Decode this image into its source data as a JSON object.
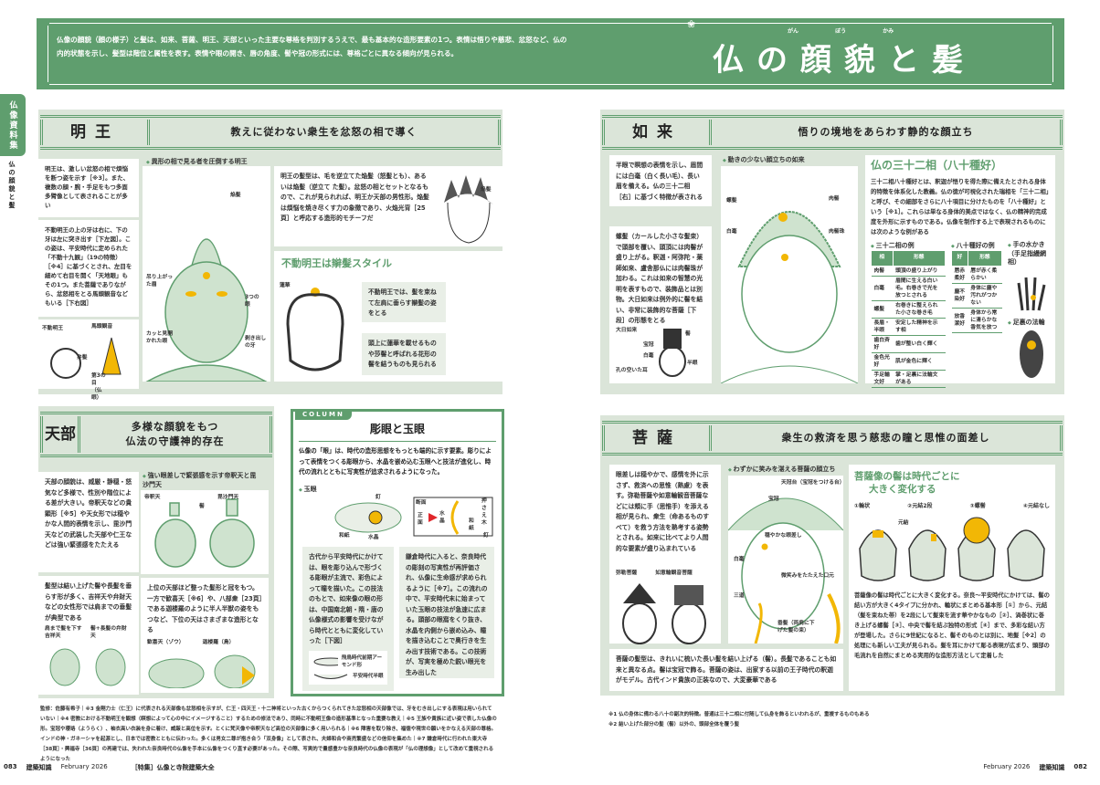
{
  "header": {
    "lead": "仏像の顔貌（顔の様子）と髪は、如来、菩薩、明王、天部といった主要な尊格を判別するうえで、最も基本的な造形要素の1つ。表情は悟りや慈悲、忿怒など、仏の内的状態を示し、髪型は階位と属性を表す。表情や眼の開き、唇の角度、髻や冠の形式には、尊格ごとに異なる傾向が見られる。",
    "title": "仏の顔貌と髪",
    "title_ruby": "がん ぼう かみ",
    "lotus_icon": "lotus-icon"
  },
  "side": {
    "tab": "仏像資料集",
    "sub": "仏の顔貌と髪"
  },
  "myoo": {
    "name": "明王",
    "sub": "教えに従わない衆生を忿怒の相で導く",
    "caption": "異形の相で見る者を圧倒する明王",
    "text1": "明王は、激しい忿怒の相で煩悩を断つ姿を示す［※3］。また、複数の顔・腕・手足をもつ多面多臂像として表されることが多い",
    "text2": "不動明王の上の牙は右に、下の牙は左に突き出す［下左図］。この姿は、平安時代に定められた「不動十九観」（19の特徴）［※4］に基づくとされ、左目を細めて右目を開く「天地眼」もその1つ。また菩薩でありながら、忿怒相をとる馬頭観音などもいる［下右図］",
    "text3": "明王の髪型は、毛を逆立てた焔髪（怒髪とも）、あるいは焔髪（逆立て た髪）。忿怒の相とセットとなるもので、これが見られれば、明王か天部の男性形。焔髪は煩悩を焼き尽くす力の象徴であり、火焔光背［25頁］と呼応する造形的モチーフだ",
    "labels": [
      "焔髪",
      "吊り上がった眉",
      "3つの眼",
      "カッと見開かれた眼",
      "剥き出しの牙",
      "不動明王",
      "馬頭観音",
      "弁髪",
      "馬頭",
      "焔髪",
      "忿面",
      "第3の目（仏眼）",
      "焔髪"
    ],
    "sub_title": "不動明王は辮髪スタイル",
    "sub_text1": "不動明王では、髪を束ねて左肩に垂らす辮髪の姿をとる",
    "sub_text2": "頭上に蓮華を載せるものや莎髻と呼ばれる花形の髻を結うものも見られる",
    "sub_label": "蓮華"
  },
  "tenbu": {
    "name": "天部",
    "sub1": "多様な顔貌をもつ",
    "sub2": "仏法の守護神的存在",
    "text1": "天部の顔貌は、威厳・静穏・怒気など多様で、性別や階位による差が大きい。帝釈天などの貴顕形［※5］や天女形では穏やかな人間的表情を示し、毘沙門天などの武装した天部や仁王などは強い緊張感をたたえる",
    "caption": "強い眼差しで緊張感を示す帝釈天と毘沙門天",
    "labels": [
      "帝釈天",
      "毘沙門天",
      "髻"
    ],
    "text2": "髪型は結い上げた髻や長髪を垂らす形が多く、吉祥天や弁財天などの女性形では肩までの垂髪が典型である",
    "labels2": [
      "肩まで髪を下す吉祥天",
      "髻+長髪の弁財天"
    ],
    "text3": "上位の天部ほど整った髪形と冠をもつ。一方で歓喜天［※6］や、八部衆［23頁］である迦楼羅のように半人半獣の姿をもつなど、下位の天はさまざまな造形となる",
    "labels3": [
      "歓喜天（ゾウ）",
      "迦楼羅（鳥）"
    ]
  },
  "column": {
    "tag": "COLUMN",
    "title": "彫眼と玉眼",
    "lead": "仏像の「眼」は、時代の造形思想をもっとも端的に示す要素。彫りによって表情をつくる彫眼から、水晶を嵌め込む玉眼へと技法が進化し、時代の流れとともに写実性が追求されるようになった。",
    "caption": "玉眼",
    "labels": [
      "釘",
      "和紙",
      "水晶",
      "断面",
      "正面",
      "水晶",
      "押さえ木",
      "和紙",
      "釘"
    ],
    "text1": "古代から平安時代にかけては、眼を彫り込んで形づくる彫眼が主流で、彩色によって瞳を描いた。この技法のもとで、如来像の眼の形は、中国南北朝・隋・唐の仏像様式の影響を受けながら時代とともに変化していった［下図］",
    "eyes": [
      "飛鳥時代前期アーモンド形",
      "平安時代半眼"
    ],
    "text2": "鎌倉時代に入ると、奈良時代の彫刻の写実性が再評価され、仏像に生命感が求められるように［※7］。この流れの中で、平安時代末に始まっていた玉眼の技法が急速に広まる。頭部の眼窩をくり抜き、水晶を内側から嵌め込み、瞳を描き込むことで奥行きを生み出す技術である。この技術が、写実を極めた鋭い眼光を生み出した"
  },
  "nyorai": {
    "name": "如来",
    "sub": "悟りの境地をあらわす静的な顔立ち",
    "caption": "動きの少ない顔立ちの如来",
    "text1": "半眼で瞑想の表情を示し、眉間には白毫（白く長い毛）、長い眉を備える。仏の三十二相［右］に基づく特徴が表される",
    "text2": "螺髪（カールした小さな髪束）で頭部を覆い、頭頂には肉髻が盛り上がる。釈迦・阿弥陀・薬師如来、盧舎那仏には肉髻珠が加わる。これは如来の智慧の光明を表すもので、装飾品とは別物。大日如来は例外的に髻を結い、非常に装飾的な菩薩［下段］の形態をとる",
    "labels": [
      "螺髪",
      "肉髻",
      "白毫",
      "肉髻珠",
      "大日如来",
      "髻",
      "宝冠",
      "白毫",
      "半眼",
      "孔の空いた耳"
    ],
    "box_title": "仏の三十二相（八十種好）",
    "box_text": "三十二相八十種好とは、釈迦が悟りを得た際に備えたとされる身体的特徴を体系化した教義。仏の徳が可視化された瑞相を「三十二相」と呼び、その細部をさらに八十項目に分けたものを「八十種好」という［※1］。これらは単なる身体的美点ではなく、仏の精神的完成度を外形に示すものである。仏像を制作する上で表現されるものには次のような例がある",
    "t1_caption": "三十二相の例",
    "t1_head": [
      "相",
      "形態"
    ],
    "t1_rows": [
      [
        "肉髻",
        "頭頂の盛り上がり"
      ],
      [
        "白毫",
        "眉間に生える白い毛。右巻きで光を放つとされる"
      ],
      [
        "螺髪",
        "右巻きに整えられた小さな巻き毛"
      ],
      [
        "長眉・半眼",
        "安定した精神を示す相"
      ],
      [
        "歯白斉好",
        "歯が整い白く輝く"
      ],
      [
        "金色光好",
        "肌が金色に輝く"
      ],
      [
        "手足輪文好",
        "掌・足裏に法輪文がある"
      ]
    ],
    "t2_caption": "八十種好の例",
    "t2_head": [
      "好",
      "形態"
    ],
    "t2_rows": [
      [
        "唇赤柔好",
        "唇が赤く柔らかい"
      ],
      [
        "塵不染好",
        "身体に塵や汚れがつかない"
      ],
      [
        "放香潔好",
        "身体から常に清らかな香気を放つ"
      ]
    ],
    "hand_caption": "手の水かき（手足指縵網相）",
    "foot_caption": "足裏の法輪"
  },
  "bosatsu": {
    "name": "菩薩",
    "sub": "衆生の救済を思う慈悲の瞳と思惟の面差し",
    "caption": "わずかに笑みを湛える菩薩の顔立ち",
    "text1": "眼差しは穏やかで、感情を外に示さず、救済への思惟（熟慮）を表す。弥勒菩薩や如意輪観音菩薩などには頬に手（思惟手）を添える相が見られ、衆生（命あるものすべて）を救う方法を熟考する姿勢とされる。如来に比べてより人間的な要素が盛り込まれている",
    "labels": [
      "弥勒菩薩",
      "如意輪観音菩薩",
      "天冠台（宝冠をつける台）",
      "宝冠",
      "穏やかな眼差し",
      "白毫",
      "微笑みをたたえた口元",
      "三道",
      "垂髪（両肩に下げた髪の束）"
    ],
    "text2": "菩薩の髪型は、きれいに梳いた長い髪を結い上げる（髻）。長髪であることも如来と異なる点。髻は宝冠で飾る。菩薩の姿は、出家する以前の王子時代の釈迦がモデル。古代インド貴族の正装なので、大変豪華である",
    "box_title1": "菩薩像の髻は時代ごとに",
    "box_title2": "大きく変化する",
    "types": [
      "①輪状",
      "②元結2段",
      "③螺髻",
      "④元結なし"
    ],
    "type_label": "元結",
    "box_text": "菩薩像の髻は時代ごとに大きく変化する。奈良〜平安時代にかけては、髻の結い方が大きく4タイプに分かれ、輪状にまとめる基本形［①］から、元結（髪を束ねた帯）を2段にして髪束を流す華やかなもの［②］、渦巻状に巻き上げる螺髻［③］、中央で髻を結ぶ独特の形式［④］まで、多彩な結い方が登場した。さらに9世紀になると、髻そのものとは別に、地髪［※2］の処理にも新しい工夫が見られる。髪を耳にかけて彫る表現が広まり、頭部の毛流れを自然にまとめる実用的な造形方法として定着した"
  },
  "footnotes_left": "監修：佐藤有希子｜※3 金剛力士（仁王）に代表される天部像も忿怒相を示すが、仁王・四天王・十二神将といった古くからつくられてきた忿怒相の天部像では、牙をむき出しにする表現は用いられていない｜※4 密教における不動明王を観想（瞑想によって心の中にイメージすること）するための修法であり、同時に不動明王像の造形基準となった重要な教え｜※5 王族や貴族に近い姿で表した仏像の形。宝冠や瓔珞（ようらく）、袖衣高い衣装を身に着け、威厳と高位を示す。とくに梵天像や帝釈天など高位の天部像に多く用いられる｜※6 障害を取り除き、福徳や現世の願いをかなえる天部の尊格。インドの神・ガネーシャを起源とし、日本では密教とともに伝わった。多くは男女二尊が抱き合う「双身像」として表され、夫婦和合や商売繁盛などの信仰を集めた｜※7 鎌倉時代に行われた東大寺［38頁］・興福寺［36頁］の再建では、失われた奈良時代の仏像を手本に仏像をつくり直す必要があった。その際、写実的で量感豊かな奈良時代の仏像の表現が「仏の理想像」として改めて重視されるようになった",
  "footnotes_right": [
    "※1 仏の身体に備わる八十の副次的特徴。普通は三十二相に付随して仏身を飾るといわれるが、重複するものもある",
    "※2 結い上げた部分の髪（髻）以外の、頭部全体を覆う髪"
  ],
  "footer_left": {
    "page": "083",
    "mag": "建築知識",
    "date": "February 2026",
    "feature": "［特集］仏像と寺院建築大全"
  },
  "footer_right": {
    "date": "February 2026",
    "mag": "建築知識",
    "page": "082"
  },
  "colors": {
    "green": "#5f9e6e",
    "panel": "#dbe5d9",
    "accent_yellow": "#f2b705",
    "red": "#e0262b"
  }
}
